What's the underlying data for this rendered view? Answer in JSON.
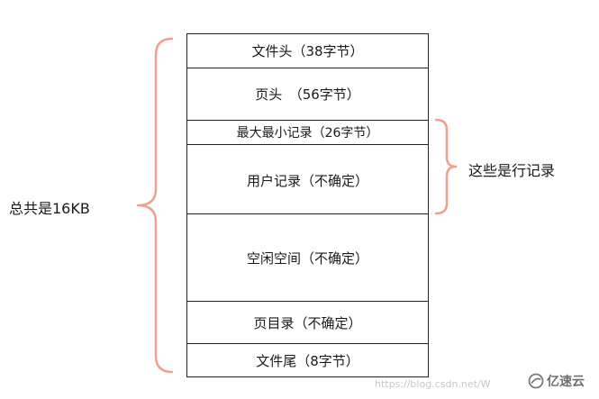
{
  "segments": [
    {
      "id": "file-header",
      "label": "文件头（38字节）"
    },
    {
      "id": "page-header",
      "label": "页头　（56字节）"
    },
    {
      "id": "infimum-supremum",
      "label": "最大最小记录（26字节）"
    },
    {
      "id": "user-records",
      "label": "用户记录（不确定）"
    },
    {
      "id": "free-space",
      "label": "空闲空间（不确定）"
    },
    {
      "id": "page-directory",
      "label": "页目录（不确定）"
    },
    {
      "id": "file-trailer",
      "label": "文件尾（8字节）"
    }
  ],
  "annotations": {
    "total_label": "总共是16KB",
    "rows_label": "这些是行记录"
  },
  "watermark": {
    "url": "https://blog.csdn.net/W",
    "logo_text": "亿速云"
  },
  "colors": {
    "brace": "#f0a08e",
    "border": "#222222"
  }
}
